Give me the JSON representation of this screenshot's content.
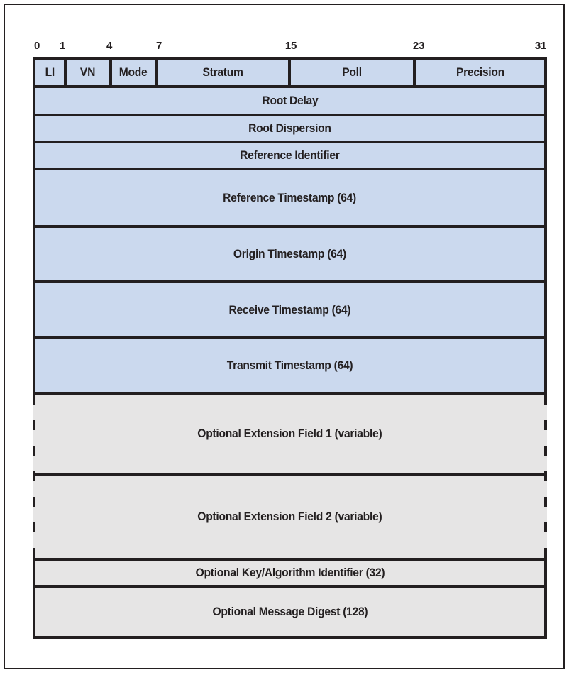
{
  "colors": {
    "field_blue": "#cbd9ee",
    "field_gray": "#e6e5e5",
    "line": "#231f20"
  },
  "bit_ruler": {
    "labels": [
      "0",
      "1",
      "4",
      "7",
      "15",
      "23",
      "31"
    ]
  },
  "header_row": {
    "cells": [
      {
        "label": "LI"
      },
      {
        "label": "VN"
      },
      {
        "label": "Mode"
      },
      {
        "label": "Stratum"
      },
      {
        "label": "Poll"
      },
      {
        "label": "Precision"
      }
    ]
  },
  "rows": {
    "root_delay": "Root Delay",
    "root_dispersion": "Root Dispersion",
    "reference_identifier": "Reference Identifier",
    "reference_timestamp": "Reference Timestamp (64)",
    "origin_timestamp": "Origin Timestamp (64)",
    "receive_timestamp": "Receive Timestamp (64)",
    "transmit_timestamp": "Transmit Timestamp (64)",
    "extension_field_1": "Optional Extension Field 1 (variable)",
    "extension_field_2": "Optional Extension Field 2 (variable)",
    "key_algorithm_identifier": "Optional Key/Algorithm Identifier (32)",
    "message_digest": "Optional Message Digest (128)"
  }
}
